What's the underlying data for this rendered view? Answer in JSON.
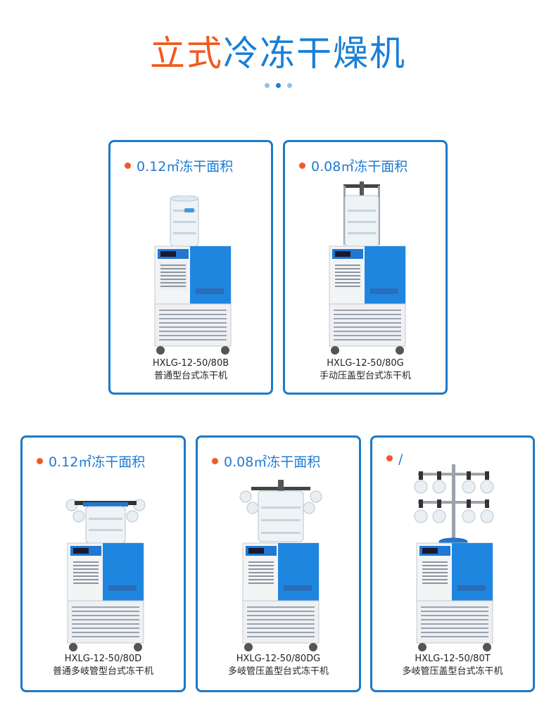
{
  "title": {
    "part1": "立式",
    "part2": "冷冻干燥机"
  },
  "colors": {
    "accent_orange": "#f05a1e",
    "accent_blue": "#1a7fd6",
    "card_border": "#1c79c9",
    "dot_light": "#8cc3f0"
  },
  "products": [
    {
      "area": "0.12㎡冻干面积",
      "model": "HXLG-12-50/80B",
      "name": "普通型台式冻干机",
      "icon": "standard-freeze-dryer"
    },
    {
      "area": "0.08㎡冻干面积",
      "model": "HXLG-12-50/80G",
      "name": "手动压盖型台式冻干机",
      "icon": "manual-press-freeze-dryer"
    },
    {
      "area": "0.12㎡冻干面积",
      "model": "HXLG-12-50/80D",
      "name": "普通多岐管型台式冻干机",
      "icon": "manifold-freeze-dryer"
    },
    {
      "area": "0.08㎡冻干面积",
      "model": "HXLG-12-50/80DG",
      "name": "多岐管压盖型台式冻干机",
      "icon": "manifold-press-freeze-dryer"
    },
    {
      "area": "/",
      "model": "HXLG-12-50/80T",
      "name": "多岐管压盖型台式冻干机",
      "icon": "t-manifold-freeze-dryer"
    }
  ]
}
